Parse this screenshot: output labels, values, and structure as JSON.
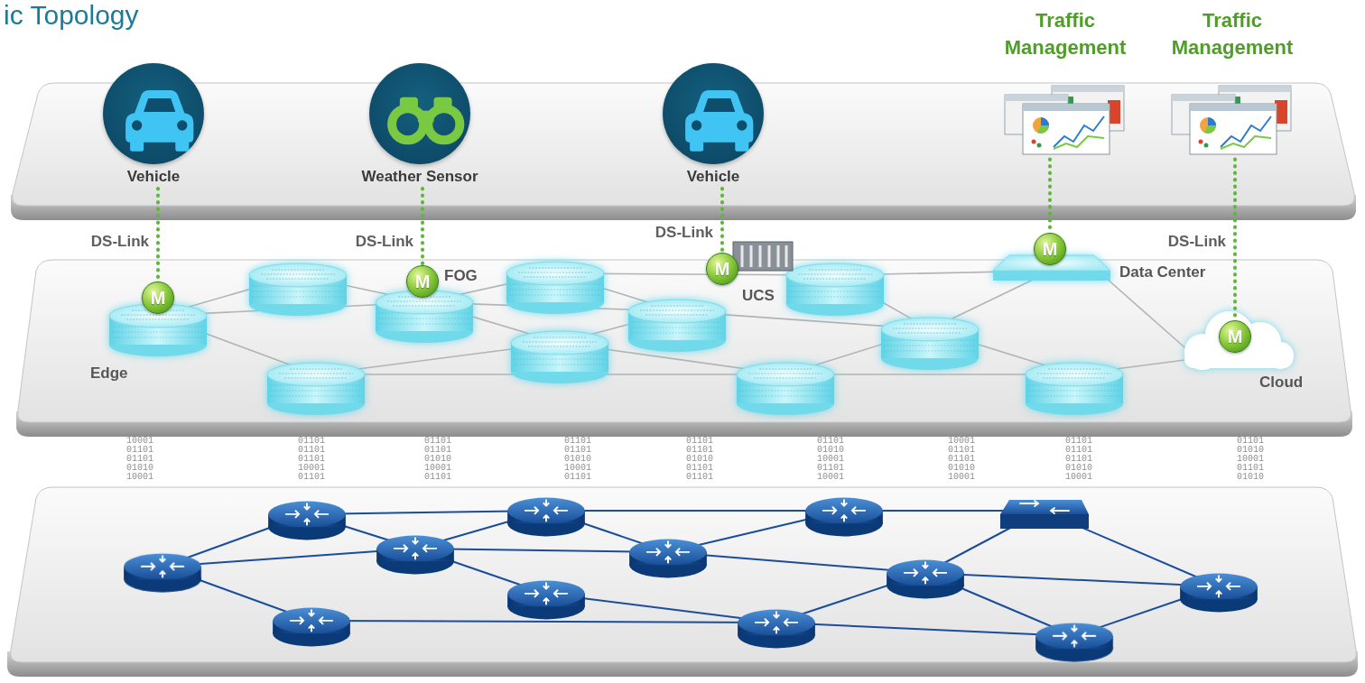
{
  "diagram": {
    "title": "ic Topology",
    "nodes": [
      {
        "text": [
          "Vehicle"
        ]
      },
      {
        "text": [
          "Weather Sensor"
        ]
      },
      {
        "text": [
          "Vehicle"
        ]
      },
      {
        "text": [
          "Traffic Management"
        ]
      },
      {
        "text": [
          "Traffic Management"
        ]
      },
      {
        "text": [
          "M"
        ]
      },
      {
        "text": [
          "M"
        ]
      },
      {
        "text": [
          "M"
        ]
      },
      {
        "text": [
          "M"
        ]
      },
      {
        "text": [
          "M"
        ]
      }
    ],
    "edges": [
      {
        "from": 0,
        "to": 5,
        "arrow": "none",
        "label": "DS-Link"
      },
      {
        "from": 1,
        "to": 6,
        "arrow": "none",
        "label": "DS-Link"
      },
      {
        "from": 2,
        "to": 7,
        "arrow": "none",
        "label": "DS-Link"
      },
      {
        "from": 3,
        "to": 8,
        "arrow": "none"
      },
      {
        "from": 4,
        "to": 9,
        "arrow": "none",
        "label": "DS-Link"
      }
    ],
    "labels": [
      "Edge",
      "FOG",
      "UCS",
      "Data Center",
      "Cloud",
      "10001 01101 01101 01010 10001",
      "01101 01101 01101 10001 01101",
      "01101 01101 01010 10001 01101",
      "01101 01101 01010 10001 01101",
      "01101 01101 01010 01101 01101",
      "01101 01010 10001 01101 10001",
      "10001 01101 01101 01010 10001",
      "01101 01101 01101 01010 10001",
      "01101 01010 10001 01101 01010"
    ]
  }
}
